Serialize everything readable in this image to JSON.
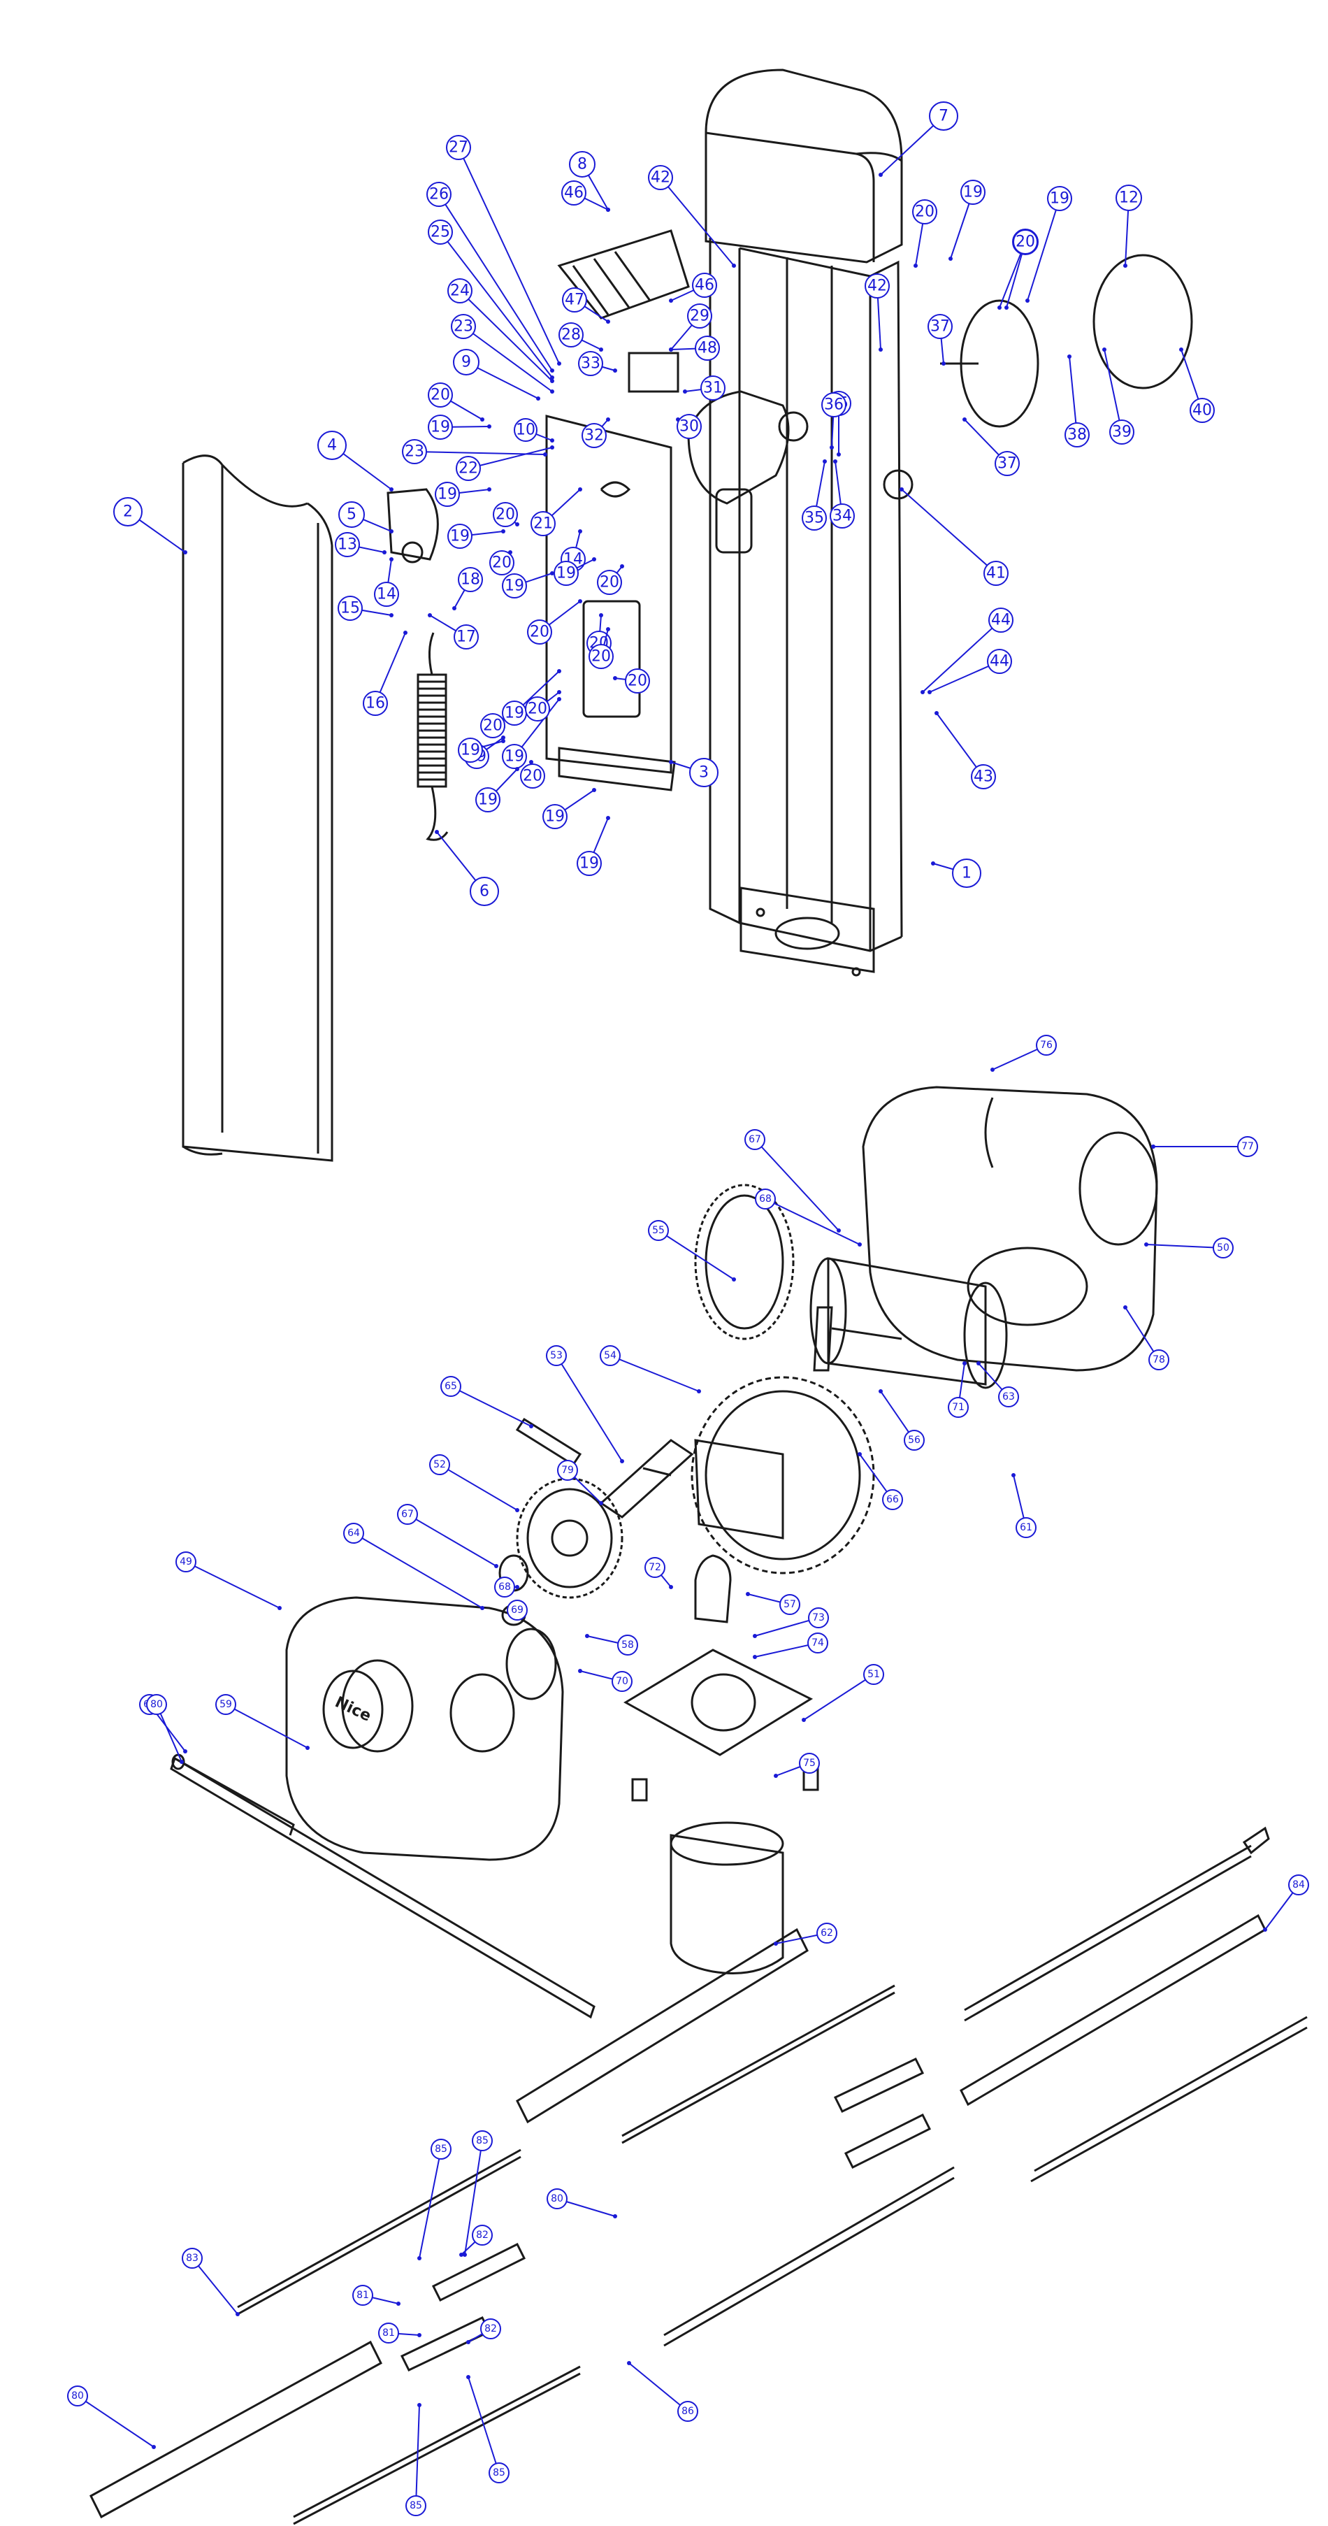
{
  "callouts": [
    {
      "n": "1"
    },
    {
      "n": "2"
    },
    {
      "n": "3"
    },
    {
      "n": "4"
    },
    {
      "n": "5"
    },
    {
      "n": "6"
    },
    {
      "n": "7"
    },
    {
      "n": "8"
    },
    {
      "n": "9"
    },
    {
      "n": "10"
    },
    {
      "n": "11"
    },
    {
      "n": "12"
    },
    {
      "n": "13"
    },
    {
      "n": "14"
    },
    {
      "n": "14"
    },
    {
      "n": "15"
    },
    {
      "n": "16"
    },
    {
      "n": "17"
    },
    {
      "n": "18"
    },
    {
      "n": "19"
    },
    {
      "n": "19"
    },
    {
      "n": "19"
    },
    {
      "n": "19"
    },
    {
      "n": "19"
    },
    {
      "n": "19"
    },
    {
      "n": "19"
    },
    {
      "n": "19"
    },
    {
      "n": "19"
    },
    {
      "n": "19"
    },
    {
      "n": "19"
    },
    {
      "n": "19"
    },
    {
      "n": "19"
    },
    {
      "n": "19"
    },
    {
      "n": "20"
    },
    {
      "n": "20"
    },
    {
      "n": "20"
    },
    {
      "n": "20"
    },
    {
      "n": "20"
    },
    {
      "n": "20"
    },
    {
      "n": "20"
    },
    {
      "n": "20"
    },
    {
      "n": "20"
    },
    {
      "n": "20"
    },
    {
      "n": "20"
    },
    {
      "n": "20"
    },
    {
      "n": "20"
    },
    {
      "n": "21"
    },
    {
      "n": "22"
    },
    {
      "n": "23"
    },
    {
      "n": "23"
    },
    {
      "n": "24"
    },
    {
      "n": "25"
    },
    {
      "n": "26"
    },
    {
      "n": "27"
    },
    {
      "n": "28"
    },
    {
      "n": "29"
    },
    {
      "n": "30"
    },
    {
      "n": "31"
    },
    {
      "n": "32"
    },
    {
      "n": "33"
    },
    {
      "n": "34"
    },
    {
      "n": "35"
    },
    {
      "n": "35"
    },
    {
      "n": "36"
    },
    {
      "n": "37"
    },
    {
      "n": "37"
    },
    {
      "n": "38"
    },
    {
      "n": "39"
    },
    {
      "n": "40"
    },
    {
      "n": "41"
    },
    {
      "n": "42"
    },
    {
      "n": "42"
    },
    {
      "n": "43"
    },
    {
      "n": "44"
    },
    {
      "n": "44"
    },
    {
      "n": "46"
    },
    {
      "n": "46"
    },
    {
      "n": "47"
    },
    {
      "n": "48"
    },
    {
      "n": "49"
    },
    {
      "n": "50"
    },
    {
      "n": "51"
    },
    {
      "n": "52"
    },
    {
      "n": "53"
    },
    {
      "n": "54"
    },
    {
      "n": "55"
    },
    {
      "n": "56"
    },
    {
      "n": "57"
    },
    {
      "n": "58"
    },
    {
      "n": "59"
    },
    {
      "n": "60"
    },
    {
      "n": "61"
    },
    {
      "n": "62"
    },
    {
      "n": "63"
    },
    {
      "n": "64"
    },
    {
      "n": "65"
    },
    {
      "n": "66"
    },
    {
      "n": "67"
    },
    {
      "n": "67"
    },
    {
      "n": "68"
    },
    {
      "n": "68"
    },
    {
      "n": "69"
    },
    {
      "n": "70"
    },
    {
      "n": "71"
    },
    {
      "n": "72"
    },
    {
      "n": "73"
    },
    {
      "n": "74"
    },
    {
      "n": "75"
    },
    {
      "n": "76"
    },
    {
      "n": "77"
    },
    {
      "n": "78"
    },
    {
      "n": "79"
    },
    {
      "n": "80"
    },
    {
      "n": "80"
    },
    {
      "n": "80"
    },
    {
      "n": "81"
    },
    {
      "n": "81"
    },
    {
      "n": "82"
    },
    {
      "n": "82"
    },
    {
      "n": "83"
    },
    {
      "n": "84"
    },
    {
      "n": "85"
    },
    {
      "n": "85"
    },
    {
      "n": "85"
    },
    {
      "n": "85"
    },
    {
      "n": "86"
    }
  ],
  "brand_mark": "Nice",
  "colors": {
    "line": "#1a1a1a",
    "callout": "#1a1ad6",
    "paper": "#ffffff"
  }
}
